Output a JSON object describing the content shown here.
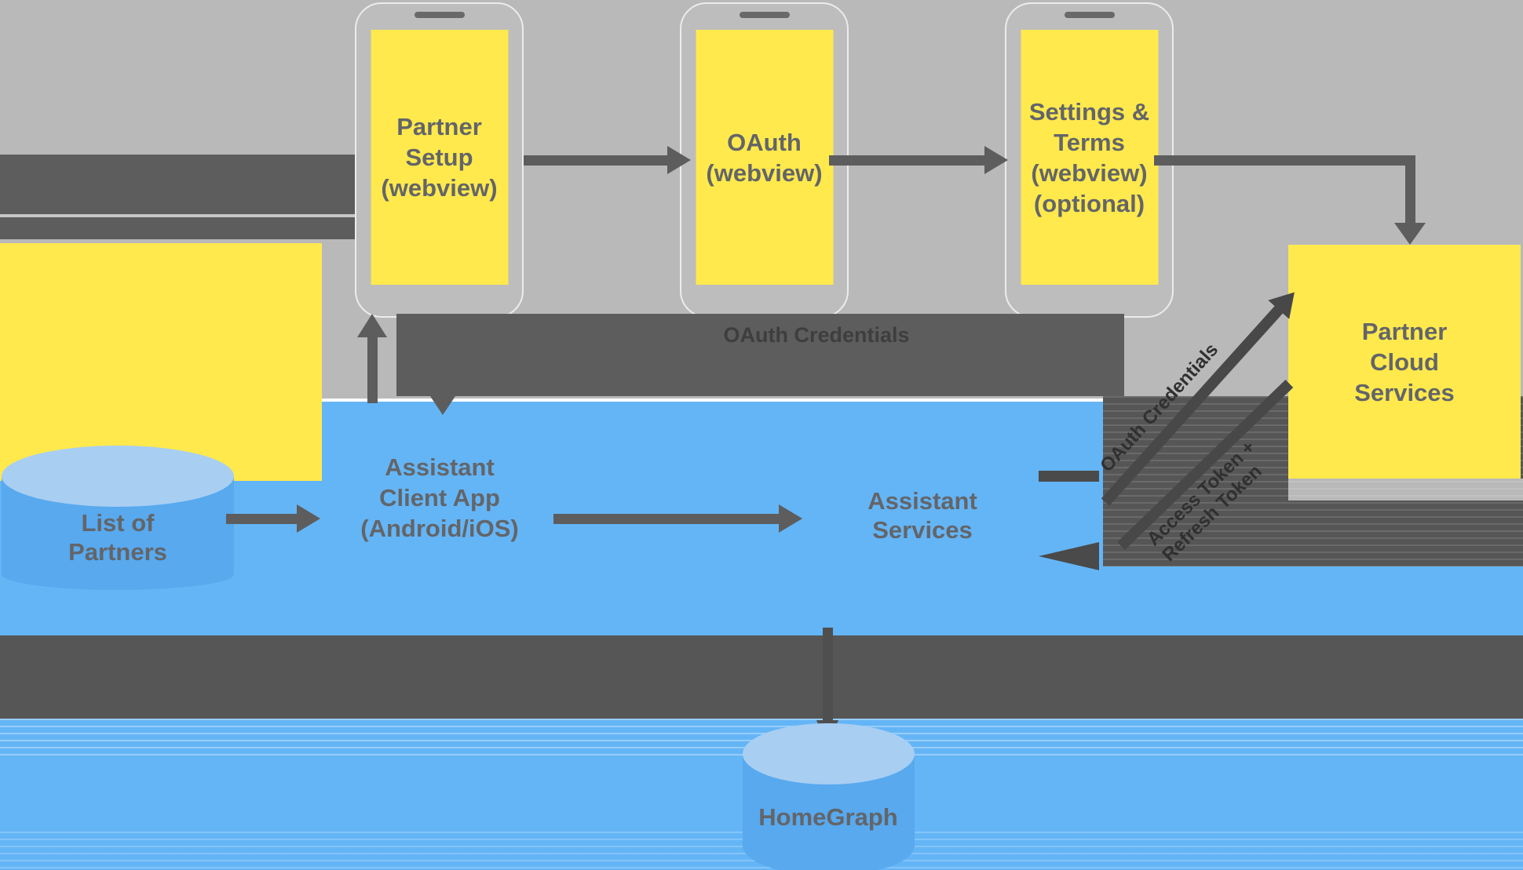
{
  "title": "Assistant partner account linking architecture diagram",
  "phones": [
    {
      "id": "partner-setup",
      "label": "Partner Setup (webview)",
      "lines": "Partner\nSetup\n(webview)"
    },
    {
      "id": "oauth",
      "label": "OAuth (webview)",
      "lines": "OAuth\n(webview)"
    },
    {
      "id": "settings-terms",
      "label": "Settings & Terms (webview) (optional)",
      "lines": "Settings &\nTerms\n(webview)\n(optional)"
    }
  ],
  "nodes": {
    "partner_cloud": {
      "label": "Partner Cloud Services",
      "lines": "Partner\nCloud\nServices"
    },
    "assistant_client": {
      "label": "Assistant Client App (Android/iOS)",
      "lines": "Assistant\nClient App\n(Android/iOS)"
    },
    "assistant_services": {
      "label": "Assistant Services",
      "lines": "Assistant\nServices"
    },
    "list_of_partners": {
      "label": "List of Partners",
      "lines": "List of\nPartners"
    },
    "homegraph": {
      "label": "HomeGraph",
      "lines": "HomeGraph"
    }
  },
  "edge_labels": {
    "oauth_credentials_band": "OAuth Credentials",
    "diagonal_up": "OAuth Credentials",
    "diagonal_down": "Access Token +\nRefresh Token"
  },
  "colors": {
    "background_gray": "#b9b9b9",
    "dark_gray": "#5d5d5d",
    "partner_yellow": "#ffe94d",
    "google_blue": "#64b5f6",
    "cylinder_light_blue": "#a8cef2",
    "cylinder_body_blue": "#58a9ee",
    "label_text": "#636569",
    "band_text": "#3e3e3e"
  }
}
